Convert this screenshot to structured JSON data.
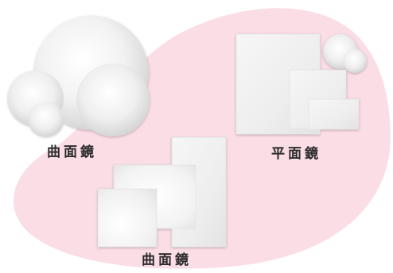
{
  "labels": {
    "group_top_left": "曲面鏡",
    "group_top_right": "平面鏡",
    "group_bottom": "曲面鏡"
  },
  "colors": {
    "backdrop_blob": "#fbdde6",
    "mirror_face": "#f3f3f3",
    "mirror_edge": "#e2e2e2",
    "label_text": "#2b2b2b"
  }
}
